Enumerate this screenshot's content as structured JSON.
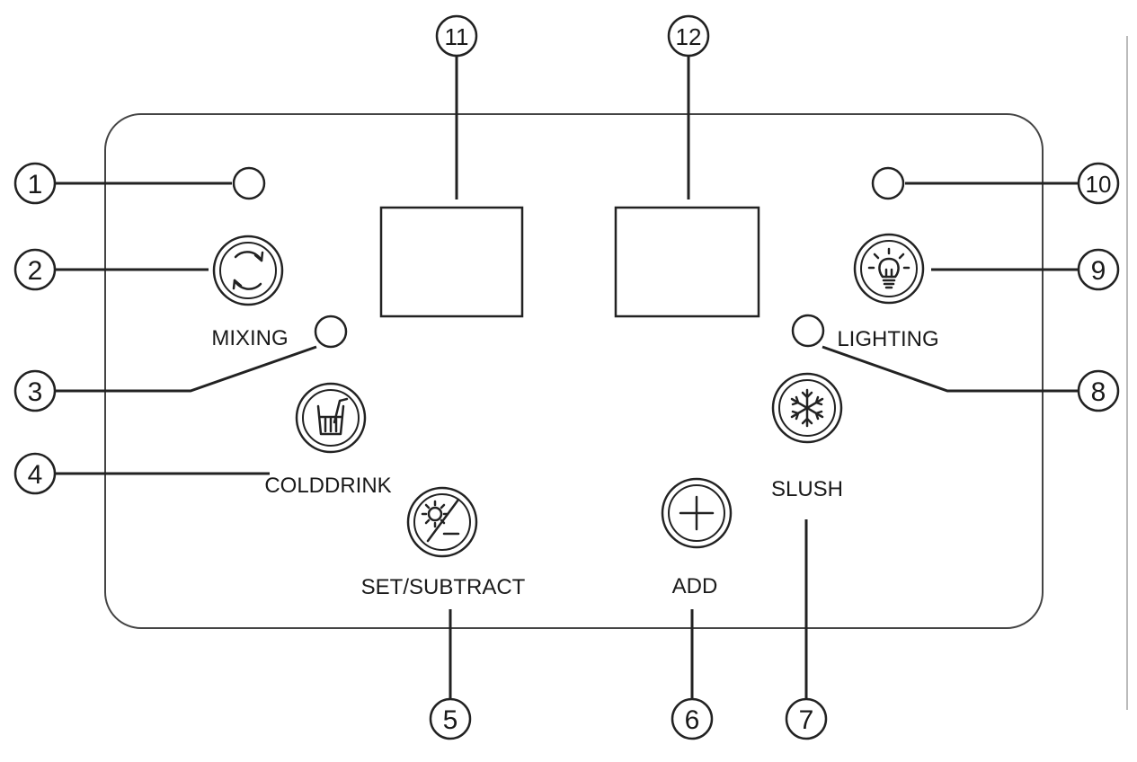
{
  "labels": {
    "mixing": "MIXING",
    "colddrink": "COLDDRINK",
    "set_subtract": "SET/SUBTRACT",
    "add": "ADD",
    "slush": "SLUSH",
    "lighting": "LIGHTING"
  },
  "callouts": {
    "c1": "1",
    "c2": "2",
    "c3": "3",
    "c4": "4",
    "c5": "5",
    "c6": "6",
    "c7": "7",
    "c8": "8",
    "c9": "9",
    "c10": "10",
    "c11": "11",
    "c12": "12"
  },
  "icons": {
    "mixing": "circular-arrows-icon",
    "colddrink": "cup-with-straw-icon",
    "set_subtract": "gear-minus-icon",
    "add": "plus-icon",
    "slush": "snowflake-icon",
    "lighting": "light-bulb-icon"
  }
}
